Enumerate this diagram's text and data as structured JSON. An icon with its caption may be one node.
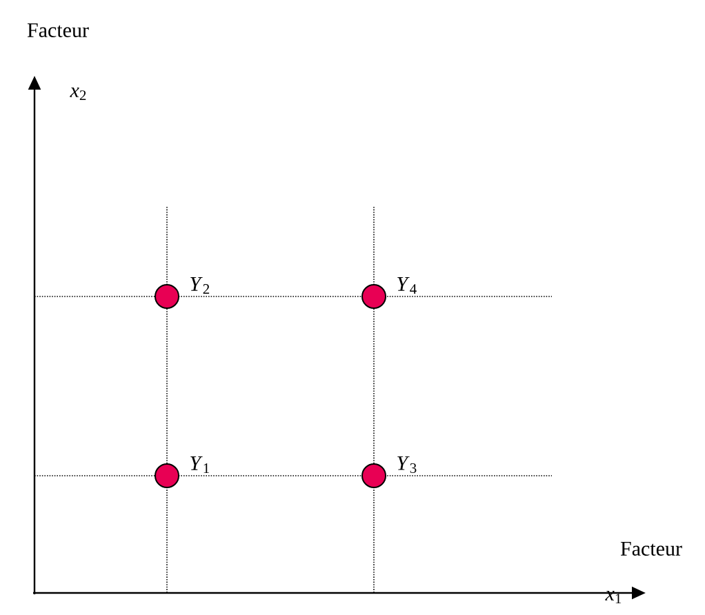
{
  "diagram": {
    "nodes": [
      {
        "text": [],
        "shape": "circle",
        "beside": [
          "*Y*$_{2}$"
        ]
      },
      {
        "text": [],
        "shape": "circle",
        "beside": [
          "*Y*$_{4}$"
        ]
      },
      {
        "text": [],
        "shape": "circle",
        "beside": [
          "*Y*$_{1}$"
        ]
      },
      {
        "text": [],
        "shape": "circle",
        "beside": [
          "*Y*$_{3}$"
        ]
      }
    ],
    "labels": [
      "Facteur",
      "*x*$_{2}$",
      "Facteur",
      "*x*$_{1}$"
    ]
  }
}
